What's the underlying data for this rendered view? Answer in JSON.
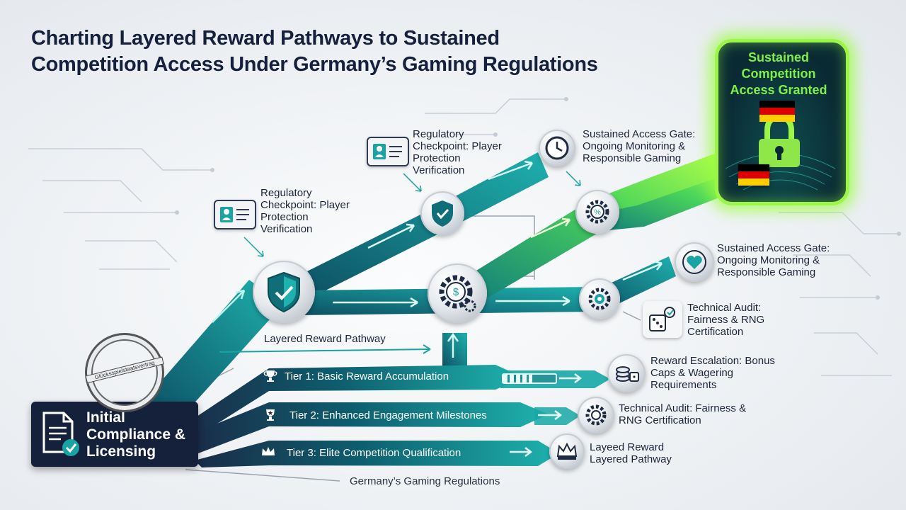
{
  "title": "Charting Layered Reward Pathways to Sustained Competition Access Under Germany’s Gaming Regulations",
  "start": {
    "label": "Initial Compliance & Licensing"
  },
  "stamp": {
    "text": "Glücksspielstaatsvertrag"
  },
  "checkpoint_1": {
    "label": "Regulatory Checkpoint: Player Protection Verification"
  },
  "checkpoint_2": {
    "label": "Regulatory Checkpoint: Player Protection Verification"
  },
  "gate_1": {
    "label": "Sustained Access Gate: Ongoing Monitoring & Responsible Gaming"
  },
  "gate_2": {
    "label": "Sustained Access Gate: Ongoing Monitoring & Responsible Gaming"
  },
  "pathway_label": "Layered Reward Pathway",
  "tiers": [
    {
      "label": "Tier 1: Basic Reward Accumulation",
      "icon": "trophy-icon"
    },
    {
      "label": "Tier 2: Enhanced Engagement Milestones",
      "icon": "star-trophy-icon"
    },
    {
      "label": "Tier 3: Elite Competition Qualification",
      "icon": "crown-icon"
    }
  ],
  "audit_1": {
    "label": "Technical Audit: Fairness & RNG Certification"
  },
  "audit_2": {
    "label": "Technical Audit: Fairness & RNG Certification"
  },
  "escalation": {
    "label": "Reward Escalation: Bonus Caps & Wagering Requirements"
  },
  "layered_reward": {
    "label": "Layeed Reward Layered Pathway"
  },
  "final": {
    "label": "Sustained Competition Access Granted",
    "icon": "padlock-icon"
  },
  "footer": "Germany’s Gaming Regulations",
  "colors": {
    "navy": "#15213b",
    "teal_dark": "#0e5f6e",
    "teal": "#1aa3a3",
    "green_glow": "#9ef54a",
    "flag_black": "#000000",
    "flag_red": "#dd0000",
    "flag_gold": "#ffce00"
  }
}
